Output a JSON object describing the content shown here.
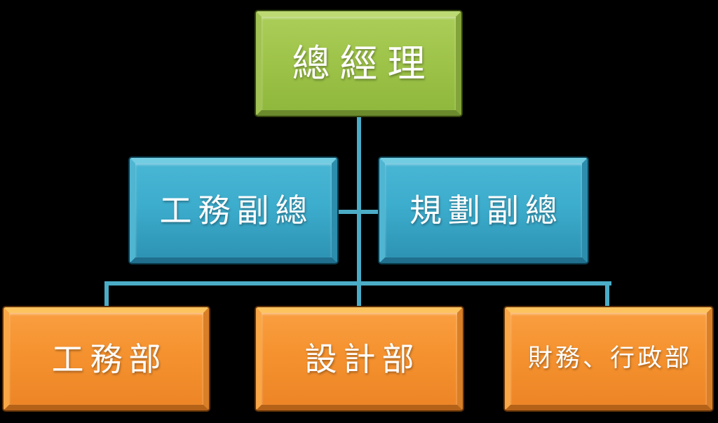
{
  "diagram": {
    "type": "org-chart",
    "background_color": "#000000",
    "connector_color": "#4BACC6",
    "nodes": {
      "ceo": {
        "label": "總經理",
        "role": "general-manager",
        "color": "#9BBB59",
        "level": 1
      },
      "vp_eng": {
        "label": "工務副總",
        "role": "vp-engineering",
        "color": "#4BACC6",
        "level": 2
      },
      "vp_plan": {
        "label": "規劃副總",
        "role": "vp-planning",
        "color": "#4BACC6",
        "level": 2
      },
      "dept_eng": {
        "label": "工務部",
        "role": "engineering-dept",
        "color": "#F79646",
        "level": 3
      },
      "dept_design": {
        "label": "設計部",
        "role": "design-dept",
        "color": "#F79646",
        "level": 3
      },
      "dept_finance": {
        "label": "財務、行政部",
        "role": "finance-admin-dept",
        "color": "#F79646",
        "level": 3
      }
    },
    "edges": [
      {
        "from": "ceo",
        "to": "vp_eng"
      },
      {
        "from": "ceo",
        "to": "vp_plan"
      },
      {
        "from": "ceo",
        "to": "dept_eng"
      },
      {
        "from": "ceo",
        "to": "dept_design"
      },
      {
        "from": "ceo",
        "to": "dept_finance"
      }
    ],
    "text_color": "#FFFFFF"
  }
}
